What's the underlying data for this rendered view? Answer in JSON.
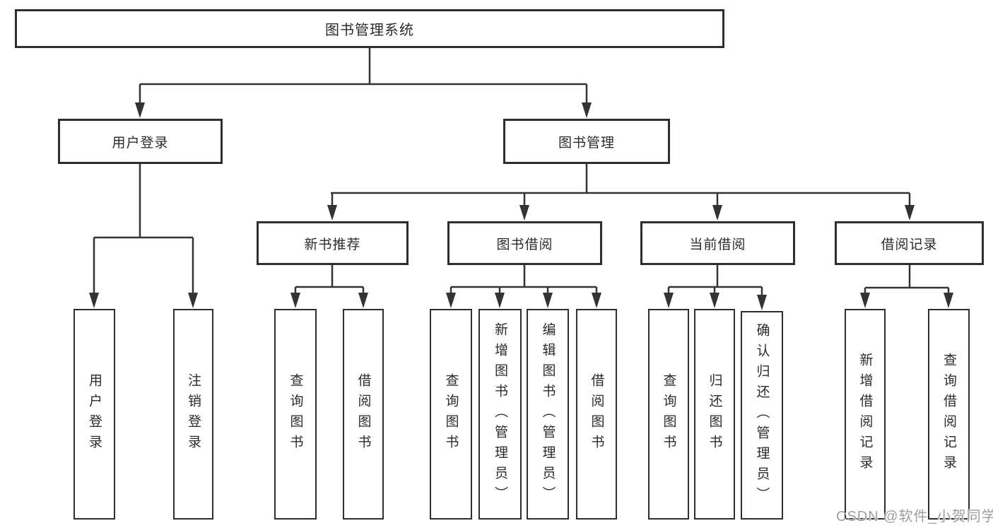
{
  "tree": {
    "label": "图书管理系统",
    "children": [
      {
        "label": "用户登录",
        "children": [
          {
            "label": "用户登录"
          },
          {
            "label": "注销登录"
          }
        ]
      },
      {
        "label": "图书管理",
        "children": [
          {
            "label": "新书推荐",
            "children": [
              {
                "label": "查询图书"
              },
              {
                "label": "借阅图书"
              }
            ]
          },
          {
            "label": "图书借阅",
            "children": [
              {
                "label": "查询图书"
              },
              {
                "label": "新增图书（管理员）"
              },
              {
                "label": "编辑图书（管理员）"
              },
              {
                "label": "借阅图书"
              }
            ]
          },
          {
            "label": "当前借阅",
            "children": [
              {
                "label": "查询图书"
              },
              {
                "label": "归还图书"
              },
              {
                "label": "确认归还（管理员）"
              }
            ]
          },
          {
            "label": "借阅记录",
            "children": [
              {
                "label": "新增借阅记录"
              },
              {
                "label": "查询借阅记录"
              }
            ]
          }
        ]
      }
    ]
  },
  "colors": {
    "line": "#333333",
    "box_border": "#2e2e2e",
    "text": "#2b2b2b",
    "watermark_text": "#9e9e9e",
    "background": "#ffffff"
  },
  "watermark": "CSDN @软件_小贺同学"
}
